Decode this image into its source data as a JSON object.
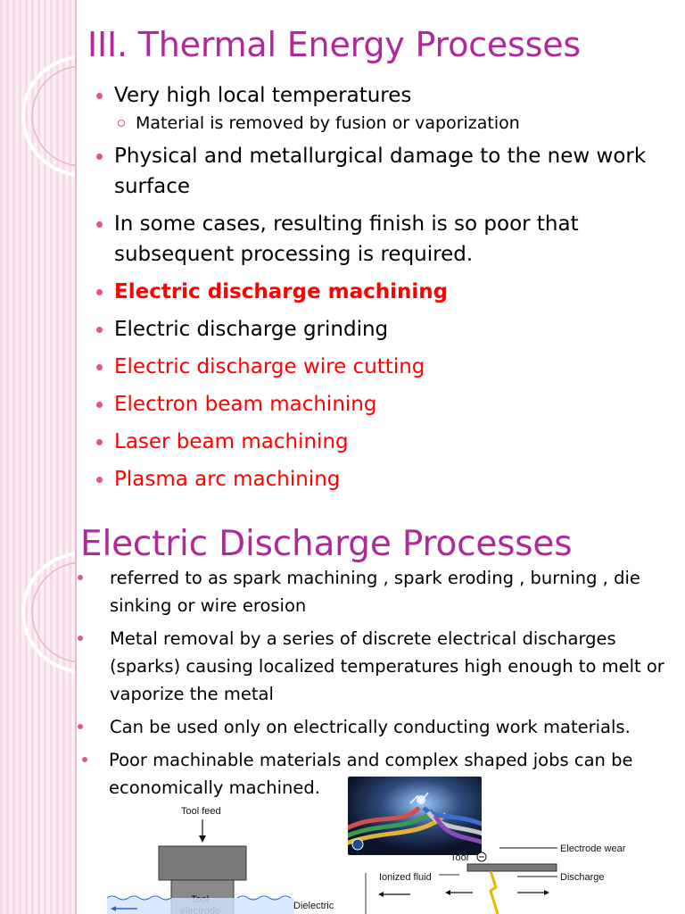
{
  "slide1": {
    "title": "III. Thermal Energy Processes",
    "bullets": [
      {
        "text": "Very high local temperatures"
      },
      {
        "text": "Material is removed by fusion or vaporization",
        "sub": true
      },
      {
        "text": "Physical and metallurgical damage to the new work surface"
      },
      {
        "text": "In some cases, resulting finish is so poor that subsequent processing is required."
      },
      {
        "text": "Electric discharge machining",
        "color": "#ff0000",
        "bold": true
      },
      {
        "text": "Electric discharge grinding"
      },
      {
        "text": "Electric discharge wire cutting",
        "color": "#ff0000"
      },
      {
        "text": "Electron beam machining",
        "color": "#ff0000"
      },
      {
        "text": "Laser beam machining",
        "color": "#ff0000"
      },
      {
        "text": "Plasma arc machining",
        "color": "#ff0000"
      }
    ]
  },
  "slide2": {
    "title": "Electric Discharge Processes",
    "bullets": [
      {
        "text": "referred to as spark machining , spark eroding , burning , die sinking or wire erosion"
      },
      {
        "text": "Metal removal by a series of discrete electrical discharges (sparks) causing localized temperatures high enough to melt or vaporize the metal"
      },
      {
        "text": "Can be used only on electrically conducting work materials."
      },
      {
        "text": "Poor machinable materials and complex shaped jobs can be economically machined."
      }
    ],
    "diagram1": {
      "tool_feed": "Tool feed",
      "tool": "Tool",
      "electrode": "electrode",
      "dielectric": "Dielectric"
    },
    "diagram2": {
      "tool": "Tool",
      "electrode_wear": "Electrode wear",
      "ionized_fluid": "Ionized fluid",
      "discharge": "Discharge"
    }
  },
  "colors": {
    "title": "#b1289b",
    "bullet": "#e2529b",
    "highlight": "#ff0000",
    "band": "#f6d9e6"
  }
}
